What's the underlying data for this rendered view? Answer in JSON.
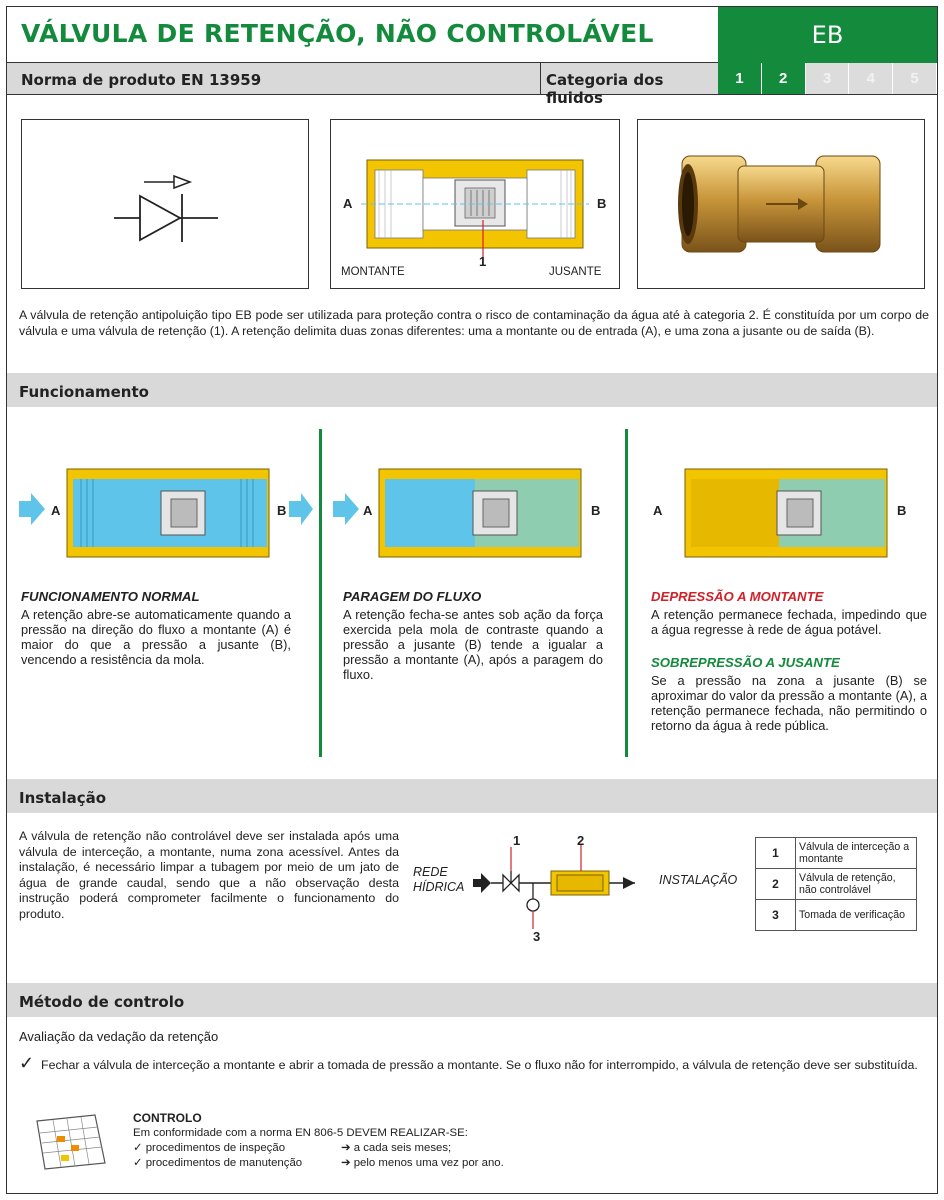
{
  "header": {
    "title": "VÁLVULA DE RETENÇÃO, NÃO CONTROLÁVEL",
    "code": "EB",
    "norm": "Norma de produto EN 13959",
    "fluid_category_label": "Categoria dos fluidos",
    "categories": [
      {
        "label": "1",
        "active": true
      },
      {
        "label": "2",
        "active": true
      },
      {
        "label": "3",
        "active": false
      },
      {
        "label": "4",
        "active": false
      },
      {
        "label": "5",
        "active": false
      }
    ]
  },
  "diagram_labels": {
    "a": "A",
    "b": "B",
    "one": "1",
    "montante": "MONTANTE",
    "jusante": "JUSANTE"
  },
  "intro": "A válvula de retenção antipoluição tipo EB pode ser utilizada para proteção contra o risco de contaminação da água até à categoria 2. É constituída por um corpo de válvula e uma válvula de retenção (1). A retenção delimita duas zonas diferentes: uma a montante ou de entrada (A), e uma zona a jusante ou de saída (B).",
  "funcionamento": {
    "title": "Funcionamento",
    "normal_title": "FUNCIONAMENTO NORMAL",
    "normal_text": "A retenção abre-se automaticamente quando a pressão na direção do fluxo a montante (A) é maior do que a pressão a jusante (B), vencendo a resistência da mola.",
    "paragem_title": "PARAGEM DO FLUXO",
    "paragem_text": "A retenção fecha-se antes sob ação da força exercida pela mola de contraste quando a pressão a jusante (B) tende a igualar a pressão a montante (A), após a paragem do fluxo.",
    "depressao_title": "DEPRESSÃO A MONTANTE",
    "depressao_text": "A retenção permanece fechada, impedindo que a água regresse à rede de água potável.",
    "sobre_title": "SOBREPRESSÃO A JUSANTE",
    "sobre_text": "Se a pressão na zona a jusante (B) se aproximar do valor da pressão a montante (A), a retenção permanece fechada, não permitindo o retorno da água à rede pública."
  },
  "instalacao": {
    "title": "Instalação",
    "text": "A válvula de retenção não controlável deve ser instalada após uma válvula de interceção, a montante, numa zona acessível. Antes da instalação, é necessário limpar a tubagem por meio de um jato de água de grande caudal, sendo que a não observação desta instrução poderá comprometer facilmente o funcionamento do produto.",
    "rede_1": "REDE",
    "rede_2": "HÍDRICA",
    "instalacao_label": "INSTALAÇÃO",
    "n1": "1",
    "n2": "2",
    "n3": "3",
    "legend": [
      {
        "n": "1",
        "text": "Válvula de interceção a montante"
      },
      {
        "n": "2",
        "text": "Válvula de retenção, não controlável"
      },
      {
        "n": "3",
        "text": "Tomada de verificação"
      }
    ]
  },
  "controlo": {
    "title": "Método de controlo",
    "subtitle": "Avaliação da vedação da retenção",
    "check_text": "Fechar a válvula de interceção a montante e abrir a tomada de pressão a montante. Se o fluxo não for interrompido, a válvula de retenção deve ser substituída.",
    "box_title": "CONTROLO",
    "box_lead": "Em conformidade com a norma EN 806-5 DEVEM REALIZAR-SE:",
    "rows": [
      {
        "proc": "procedimentos de inspeção",
        "freq": "a cada seis meses;"
      },
      {
        "proc": "procedimentos de manutenção",
        "freq": "pelo menos uma vez por ano."
      }
    ]
  },
  "colors": {
    "green": "#138a3c",
    "red": "#d0202a",
    "yellow": "#f3c500",
    "blue": "#5fc4ea",
    "teal": "#8fcdb0"
  }
}
